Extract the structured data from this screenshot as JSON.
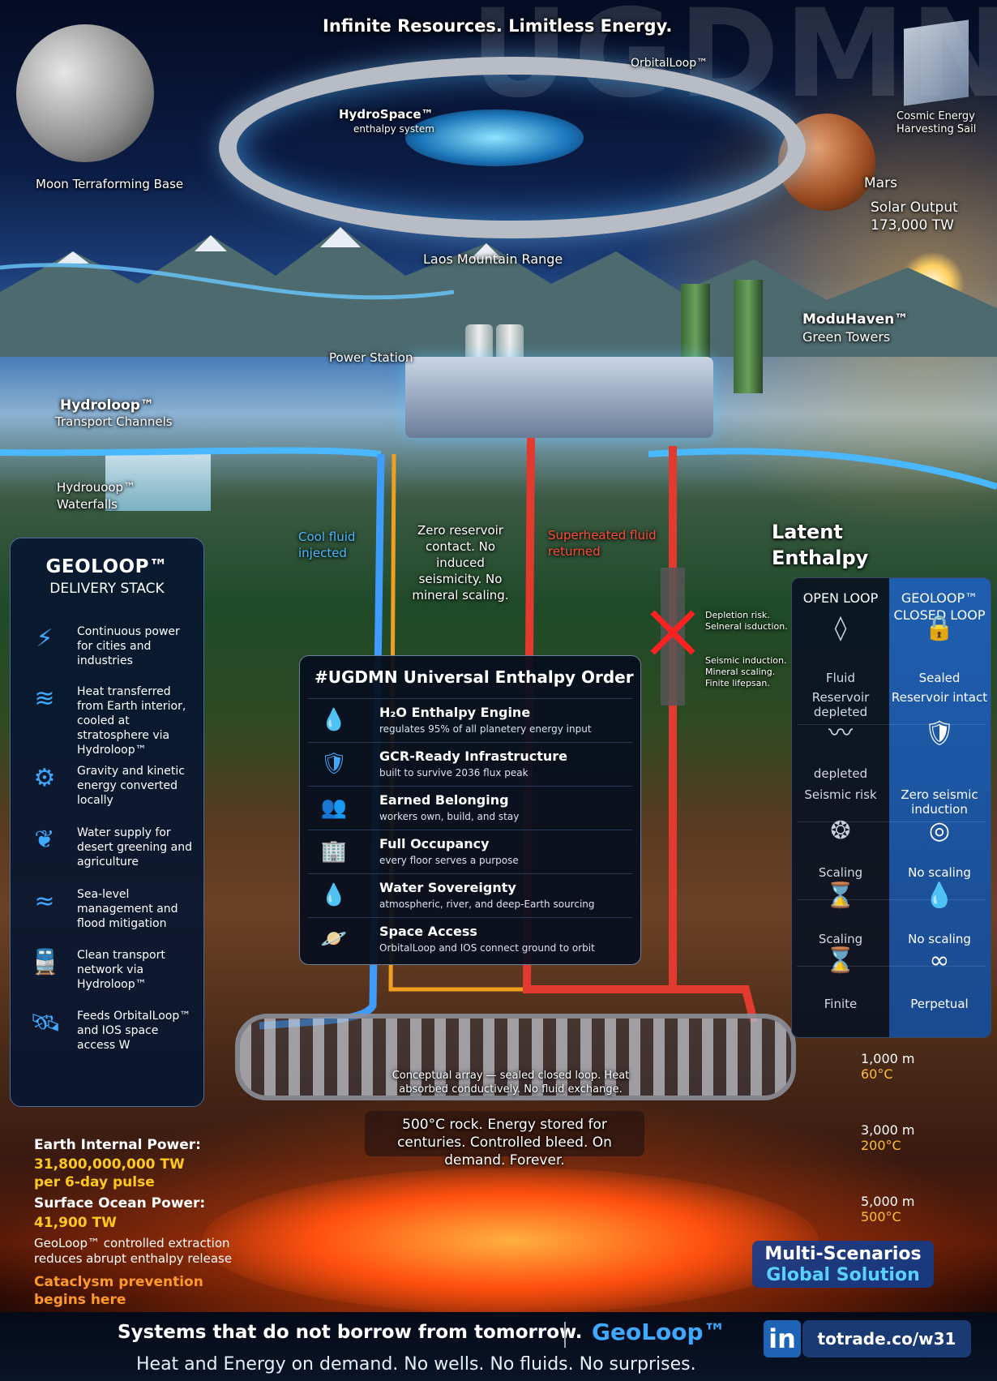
{
  "header": {
    "title": "Infinite Resources. Limitless Energy.",
    "watermark": "UGDMN"
  },
  "space_labels": {
    "orbital_loop": "OrbitalLoop™",
    "hydrospace": "HydroSpace™",
    "enthalpy_system": "enthalpy system",
    "cosmic_sail": "Cosmic Energy Harvesting Sail",
    "moon_base": "Moon Terraforming Base",
    "mars": "Mars",
    "solar_output_label": "Solar Output",
    "solar_output_value": "173,000 TW"
  },
  "surface_labels": {
    "mountains": "Laos Mountain Range",
    "power_station": "Power Station",
    "green_towers_1": "ModuHaven™",
    "green_towers_2": "Green Towers",
    "hydroloop_1": "Hydroloop™",
    "hydroloop_2": "Transport Channels",
    "waterfalls_1": "Hydrouoop™",
    "waterfalls_2": "Waterfalls"
  },
  "underground_labels": {
    "cool_fluid": "Cool fluid injected",
    "zero_reservoir": "Zero reservoir contact. No induced seismicity. No mineral scaling.",
    "superheated": "Superheated fluid returned",
    "latent_enthalpy": "Latent Enthalpy",
    "depletion_note": "Depletion risk. Selneral isduction.",
    "seismic_note": "Seismic induction. Mineral scaling. Finite lifepsan.",
    "array_note": "Conceptual array — sealed closed loop. Heat absorbed conductively. No fluid exchange.",
    "rock_note": "500°C rock. Energy stored for centuries. Controlled bleed. On demand. Forever."
  },
  "delivery_stack": {
    "title": "GEOLOOP™",
    "subtitle": "DELIVERY STACK",
    "items": [
      {
        "icon": "lightning-icon",
        "glyph": "⚡",
        "text": "Continuous power for cities and industries"
      },
      {
        "icon": "heat-waves-icon",
        "glyph": "≋",
        "text": "Heat transferred from Earth interior, cooled at stratosphere via Hydroloop™"
      },
      {
        "icon": "gear-icon",
        "glyph": "⚙",
        "text": "Gravity and kinetic energy converted locally"
      },
      {
        "icon": "leaf-icon",
        "glyph": "❦",
        "text": "Water supply for desert greening and agriculture"
      },
      {
        "icon": "waves-icon",
        "glyph": "≈",
        "text": "Sea-level management and flood mitigation"
      },
      {
        "icon": "train-icon",
        "glyph": "🚆",
        "text": "Clean transport network via Hydroloop™"
      },
      {
        "icon": "satellite-icon",
        "glyph": "🛰",
        "text": "Feeds OrbitalLoop™ and IOS space access W"
      }
    ]
  },
  "order": {
    "title": "#UGDMN Universal Enthalpy Order",
    "rows": [
      {
        "icon": "water-drop-icon",
        "glyph": "💧",
        "title": "H₂O Enthalpy Engine",
        "sub": "regulates 95% of all planetery energy input"
      },
      {
        "icon": "shield-icon",
        "glyph": "🛡",
        "title": "GCR-Ready Infrastructure",
        "sub": "built to survive 2036 flux peak"
      },
      {
        "icon": "people-icon",
        "glyph": "👥",
        "title": "Earned Belonging",
        "sub": "workers own, build, and stay"
      },
      {
        "icon": "building-icon",
        "glyph": "🏢",
        "title": "Full Occupancy",
        "sub": "every floor serves a purpose"
      },
      {
        "icon": "water-drop-icon",
        "glyph": "💧",
        "title": "Water Sovereignty",
        "sub": "atmospheric, river, and deep-Earth sourcing"
      },
      {
        "icon": "planet-icon",
        "glyph": "🪐",
        "title": "Space Access",
        "sub": "OrbitalLoop and IOS connect ground to orbit"
      }
    ]
  },
  "comparison": {
    "open_header": "OPEN LOOP",
    "closed_header": "GEOLOOP™ CLOSED LOOP",
    "rows": [
      {
        "open_icon": "drop-outline-icon",
        "open_glyph": "◊",
        "open": "Fluid",
        "closed_icon": "lock-icon",
        "closed_glyph": "🔒",
        "closed": "Sealed"
      },
      {
        "open": "Reservoir depleted",
        "closed": "Reservoir intact"
      },
      {
        "open_icon": "crack-icon",
        "open_glyph": "〰",
        "open": "depleted",
        "closed_icon": "shield-check-icon",
        "closed_glyph": "🛡",
        "closed": ""
      },
      {
        "open": "Seismic risk",
        "closed": "Zero seismic induction"
      },
      {
        "open_icon": "scale-icon",
        "open_glyph": "❂",
        "open": "Scaling",
        "closed_icon": "rings-icon",
        "closed_glyph": "◎",
        "closed": "No scaling"
      },
      {
        "open_icon": "hourglass-icon",
        "open_glyph": "⌛",
        "open": "Scaling",
        "closed_icon": "drop-check-icon",
        "closed_glyph": "💧",
        "closed": "No scaling"
      },
      {
        "open_icon": "hourglass-icon",
        "open_glyph": "⌛",
        "open": "Finite",
        "closed_icon": "infinity-icon",
        "closed_glyph": "∞",
        "closed": "Perpetual"
      }
    ]
  },
  "depths": [
    {
      "m": "1,000 m",
      "t": "60°C"
    },
    {
      "m": "3,000 m",
      "t": "200°C"
    },
    {
      "m": "5,000 m",
      "t": "500°C"
    }
  ],
  "stats": {
    "earth_label": "Earth Internal Power:",
    "earth_value": "31,800,000,000 TW",
    "earth_unit": "per 6-day pulse",
    "ocean_label": "Surface Ocean Power:",
    "ocean_value": "41,900 TW",
    "note": "GeoLoop™ controlled extraction reduces abrupt enthalpy release",
    "cta": "Cataclysm prevention begins here"
  },
  "multi": {
    "line1": "Multi-Scenarios",
    "line2": "Global Solution"
  },
  "footer": {
    "tagline": "Systems that do not borrow from tomorrow.",
    "brand": "GeoLoop™",
    "subtag": "Heat and Energy on demand. No wells. No fluids. No surprises.",
    "linkedin": "in",
    "url": "totrade.co/w31"
  }
}
